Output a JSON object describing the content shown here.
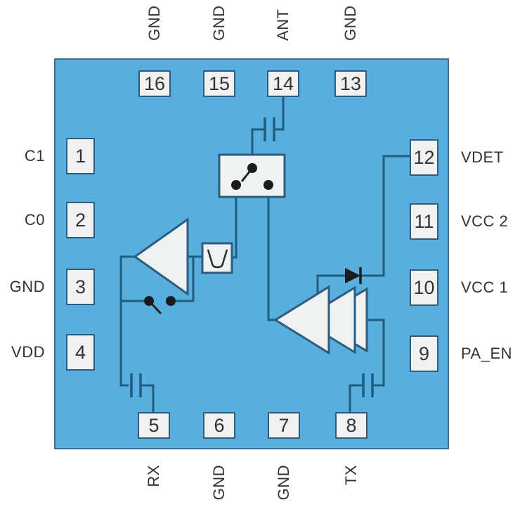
{
  "pins": {
    "top": [
      {
        "number": "16",
        "label": "GND"
      },
      {
        "number": "15",
        "label": "GND"
      },
      {
        "number": "14",
        "label": "ANT"
      },
      {
        "number": "13",
        "label": "GND"
      }
    ],
    "left": [
      {
        "number": "1",
        "label": "C1"
      },
      {
        "number": "2",
        "label": "C0"
      },
      {
        "number": "3",
        "label": "GND"
      },
      {
        "number": "4",
        "label": "VDD"
      }
    ],
    "right": [
      {
        "number": "12",
        "label": "VDET"
      },
      {
        "number": "11",
        "label": "VCC 2"
      },
      {
        "number": "10",
        "label": "VCC 1"
      },
      {
        "number": "9",
        "label": "PA_EN"
      }
    ],
    "bottom": [
      {
        "number": "5",
        "label": "RX"
      },
      {
        "number": "6",
        "label": "GND"
      },
      {
        "number": "7",
        "label": "GND"
      },
      {
        "number": "8",
        "label": "TX"
      }
    ]
  },
  "components": {
    "antenna_switch": "spdt-switch-icon",
    "rx_amplifier": "lna-amplifier-icon",
    "rx_bypass": "bypass-switch-icon",
    "rx_filter": "bandpass-filter-icon",
    "tx_amplifier": "three-stage-pa-amplifier-icon",
    "power_detector": "detector-diode-icon",
    "dc_blocks": "capacitor-icon"
  },
  "colors": {
    "chip_fill": "#58aede",
    "chip_border": "#3b6f96",
    "wire": "#1e5d80",
    "component_fill": "#eef2f2",
    "component_border": "#2d5c7c",
    "pin_fill": "#f0f2f1",
    "pin_border": "#2d5c7c",
    "dot": "#1b1b1b",
    "text": "#333333",
    "background": "#ffffff"
  }
}
